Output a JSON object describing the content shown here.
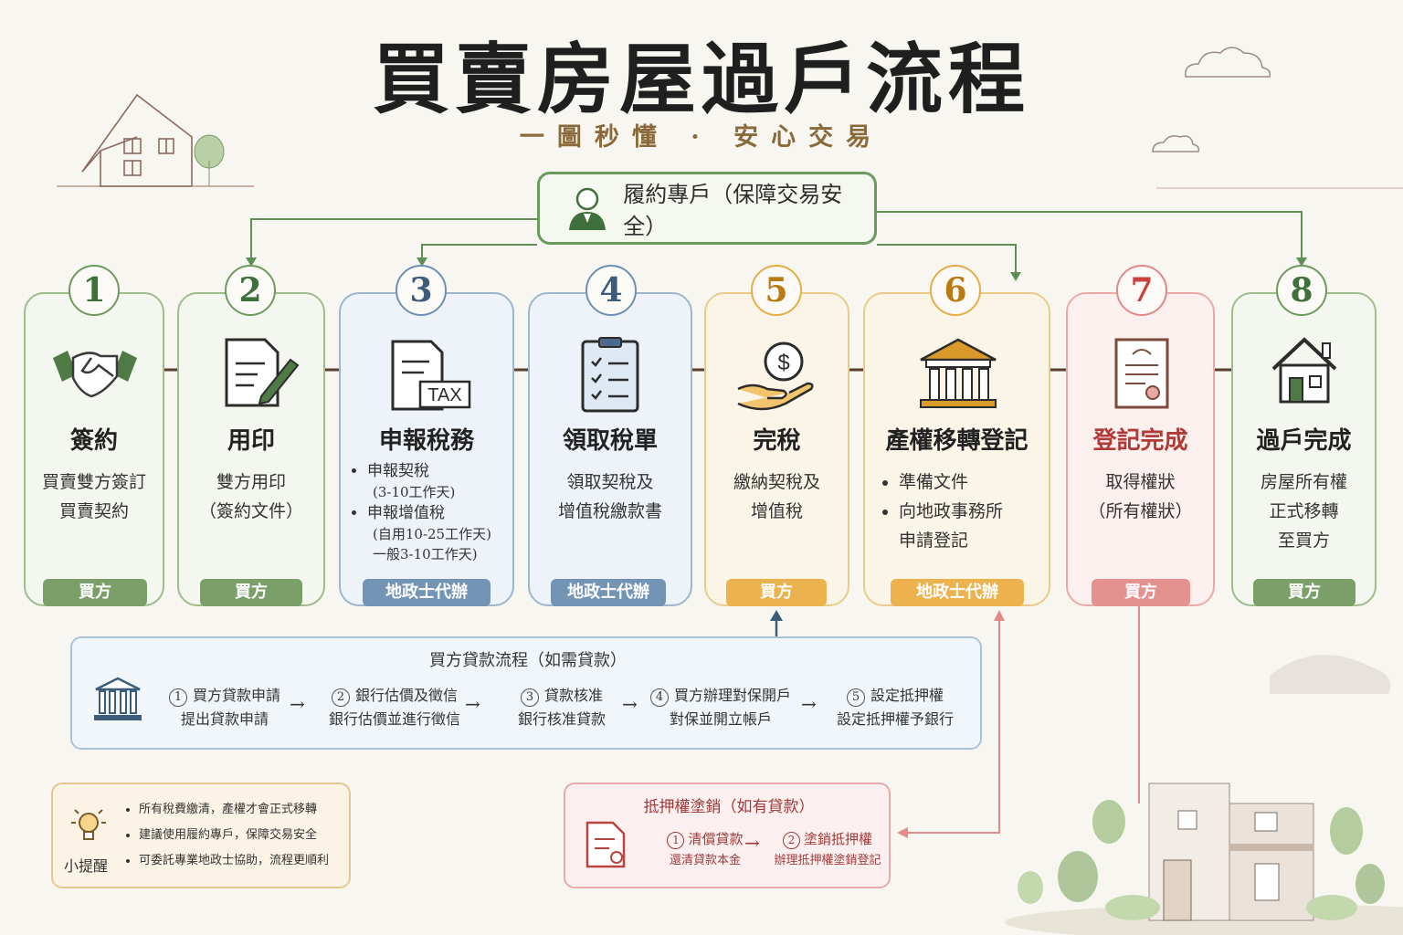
{
  "title": "買賣房屋過戶流程",
  "subtitle": "一圖秒懂 · 安心交易",
  "trust_account": "履約專戶（保障交易安全）",
  "steps": [
    {
      "num": "1",
      "title": "簽約",
      "desc": [
        "買賣雙方簽訂",
        "買賣契約"
      ],
      "badge": "買方",
      "color": "#6e9a5e"
    },
    {
      "num": "2",
      "title": "用印",
      "desc": [
        "雙方用印",
        "（簽約文件）"
      ],
      "badge": "買方",
      "color": "#6e9a5e"
    },
    {
      "num": "3",
      "title": "申報稅務",
      "bullets": [
        {
          "main": "申報契稅",
          "sub": "(3-10工作天)"
        },
        {
          "main": "申報增值稅",
          "sub": "(自用10-25工作天)",
          "sub2": "一般3-10工作天)"
        }
      ],
      "badge": "地政士代辦",
      "color": "#6f90b3"
    },
    {
      "num": "4",
      "title": "領取稅單",
      "desc": [
        "領取契稅及",
        "增值稅繳款書"
      ],
      "badge": "地政士代辦",
      "color": "#6f90b3"
    },
    {
      "num": "5",
      "title": "完稅",
      "desc": [
        "繳納契稅及",
        "增值稅"
      ],
      "badge": "買方",
      "color": "#e6ac45"
    },
    {
      "num": "6",
      "title": "產權移轉登記",
      "bullets": [
        {
          "main": "準備文件"
        },
        {
          "main": "向地政事務所",
          "sub": "申請登記"
        }
      ],
      "badge": "地政士代辦",
      "color": "#e6ac45"
    },
    {
      "num": "7",
      "title": "登記完成",
      "desc": [
        "取得權狀",
        "（所有權狀）"
      ],
      "badge": "買方",
      "color": "#e2888a"
    },
    {
      "num": "8",
      "title": "過戶完成",
      "desc": [
        "房屋所有權",
        "正式移轉",
        "至買方"
      ],
      "badge": "買方",
      "color": "#6e9a5e"
    }
  ],
  "loan": {
    "title": "買方貸款流程（如需貸款）",
    "steps": [
      {
        "n": "1",
        "main": "買方貸款申請",
        "sub": "提出貸款申請"
      },
      {
        "n": "2",
        "main": "銀行估價及徵信",
        "sub": "銀行估價並進行徵信"
      },
      {
        "n": "3",
        "main": "貸款核准",
        "sub": "銀行核准貸款"
      },
      {
        "n": "4",
        "main": "買方辦理對保開戶",
        "sub": "對保並開立帳戶"
      },
      {
        "n": "5",
        "main": "設定抵押權",
        "sub": "設定抵押權予銀行"
      }
    ]
  },
  "tips": {
    "label": "小提醒",
    "items": [
      "所有稅費繳清，產權才會正式移轉",
      "建議使用履約專戶，保障交易安全",
      "可委託專業地政士協助，流程更順利"
    ]
  },
  "mortgage": {
    "title": "抵押權塗銷（如有貸款）",
    "steps": [
      {
        "n": "1",
        "main": "清償貸款",
        "sub": "還清貸款本金"
      },
      {
        "n": "2",
        "main": "塗銷抵押權",
        "sub": "辦理抵押權塗銷登記"
      }
    ]
  },
  "icons": [
    "handshake-icon",
    "document-sign-icon",
    "tax-document-icon",
    "clipboard-checklist-icon",
    "money-hand-icon",
    "government-building-icon",
    "certificate-icon",
    "house-icon",
    "person-icon",
    "bank-icon",
    "lightbulb-icon",
    "mortgage-document-icon"
  ]
}
